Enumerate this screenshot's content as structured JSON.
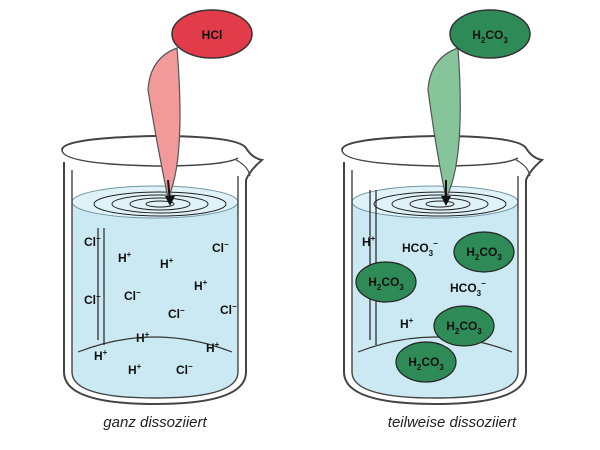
{
  "colors": {
    "water": "#cbe9f2",
    "water_edge": "#7aa8b8",
    "glass": "#555555",
    "strong_drop": "#f29a9a",
    "strong_bubble": "#e23b4a",
    "weak_drop": "#86c49a",
    "weak_bubble": "#2e8b57"
  },
  "left": {
    "reagent": "HCl",
    "caption": "ganz dissoziiert",
    "ions": {
      "cl": "Cl",
      "cl_charge": "−",
      "h": "H",
      "h_charge": "+"
    }
  },
  "right": {
    "reagent_base": "H",
    "reagent_sub": "2",
    "reagent_tail": "CO",
    "reagent_sub2": "3",
    "caption": "teilweise dissoziiert",
    "ions": {
      "hco3": "HCO",
      "hco3_sub": "3",
      "hco3_charge": "−",
      "h": "H",
      "h_charge": "+"
    }
  }
}
